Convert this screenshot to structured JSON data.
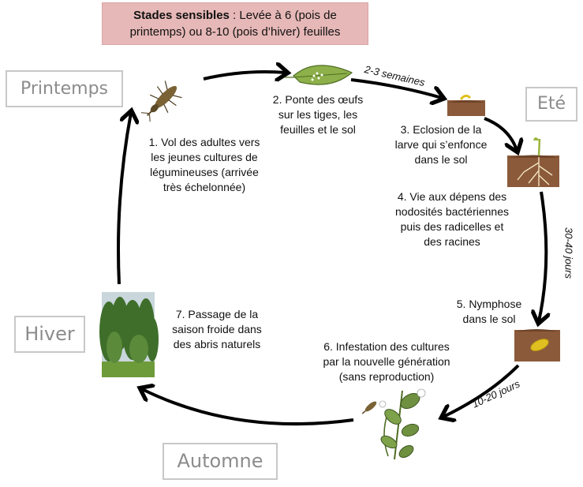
{
  "header": {
    "bold": "Stades sensibles",
    "rest_line1": " : Levée à 6 (pois de",
    "line2": "printemps) ou 8-10 (pois d’hiver) feuilles"
  },
  "seasons": {
    "spring": "Printemps",
    "summer": "Eté",
    "winter": "Hiver",
    "autumn": "Automne"
  },
  "stages": {
    "s1": [
      "1. Vol des adultes vers",
      "les jeunes cultures de",
      "légumineuses (arrivée",
      "très échelonnée)"
    ],
    "s2": [
      "2. Ponte des œufs",
      "sur les tiges, les",
      "feuilles et le sol"
    ],
    "s3": [
      "3. Eclosion de la",
      "larve qui s’enfonce",
      "dans le sol"
    ],
    "s4": [
      "4. Vie aux dépens des",
      "nodosités bactériennes",
      "puis des radicelles et",
      "des racines"
    ],
    "s5": [
      "5. Nymphose",
      "dans le sol"
    ],
    "s6": [
      "6. Infestation des cultures",
      "par la nouvelle génération",
      "(sans reproduction)"
    ],
    "s7": [
      "7. Passage de la",
      "saison froide dans",
      "des abris naturels"
    ]
  },
  "durations": {
    "d1": "2-3 semaines",
    "d2": "30-40 jours",
    "d3": "10-20 jours"
  },
  "colors": {
    "banner_bg": "#e6b8b7",
    "season_text": "#8c8c8c",
    "arrow": "#000000",
    "soil": "#8b5a3a",
    "leaf": "#8db04a",
    "pupa": "#e0c020"
  }
}
